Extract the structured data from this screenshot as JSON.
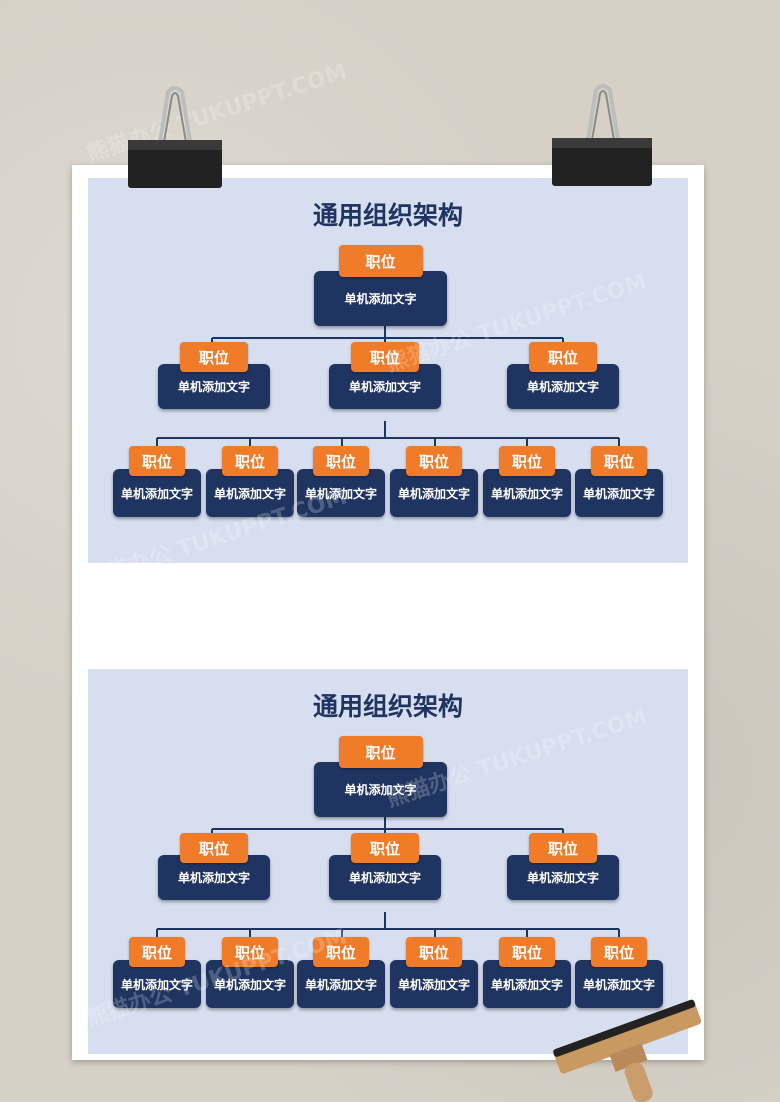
{
  "charts": [
    {
      "title": "通用组织架构",
      "root": {
        "role": "职位",
        "text": "单机添加文字"
      },
      "level2": [
        {
          "role": "职位",
          "text": "单机添加文字"
        },
        {
          "role": "职位",
          "text": "单机添加文字"
        },
        {
          "role": "职位",
          "text": "单机添加文字"
        }
      ],
      "level3": [
        {
          "role": "职位",
          "text": "单机添加文字"
        },
        {
          "role": "职位",
          "text": "单机添加文字"
        },
        {
          "role": "职位",
          "text": "单机添加文字"
        },
        {
          "role": "职位",
          "text": "单机添加文字"
        },
        {
          "role": "职位",
          "text": "单机添加文字"
        },
        {
          "role": "职位",
          "text": "单机添加文字"
        }
      ]
    },
    {
      "title": "通用组织架构",
      "root": {
        "role": "职位",
        "text": "单机添加文字"
      },
      "level2": [
        {
          "role": "职位",
          "text": "单机添加文字"
        },
        {
          "role": "职位",
          "text": "单机添加文字"
        },
        {
          "role": "职位",
          "text": "单机添加文字"
        }
      ],
      "level3": [
        {
          "role": "职位",
          "text": "单机添加文字"
        },
        {
          "role": "职位",
          "text": "单机添加文字"
        },
        {
          "role": "职位",
          "text": "单机添加文字"
        },
        {
          "role": "职位",
          "text": "单机添加文字"
        },
        {
          "role": "职位",
          "text": "单机添加文字"
        },
        {
          "role": "职位",
          "text": "单机添加文字"
        }
      ]
    }
  ],
  "colors": {
    "navy": "#1f3461",
    "orange": "#f07b28",
    "panel": "#d6deef"
  }
}
